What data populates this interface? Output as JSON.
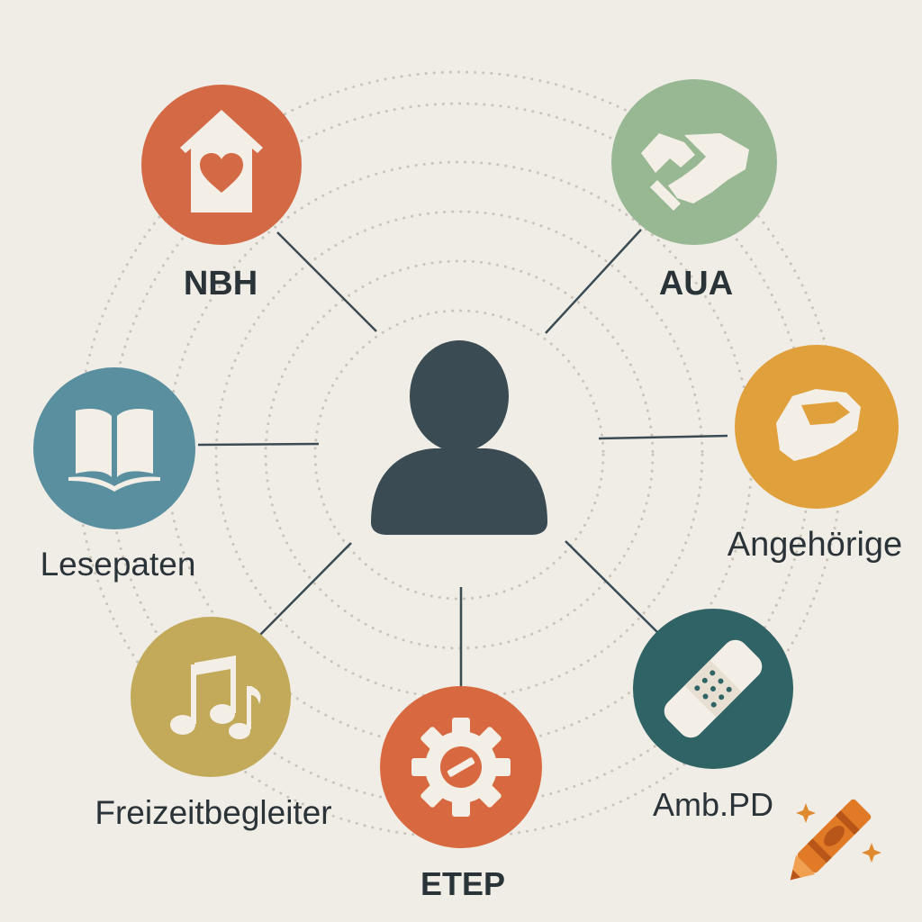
{
  "center": {
    "icon": "person-icon",
    "color": "#3a4b53"
  },
  "nodes": [
    {
      "id": "nbh",
      "label": "NBH",
      "icon": "house-heart-icon",
      "color": "#d46a45",
      "bold": true
    },
    {
      "id": "aua",
      "label": "AUA",
      "icon": "handshake-icon",
      "color": "#98b894",
      "bold": true
    },
    {
      "id": "angehoerige",
      "label": "Angehörige",
      "icon": "holding-hands-icon",
      "color": "#e0a03c",
      "bold": false
    },
    {
      "id": "amb-pd",
      "label": "Amb.PD",
      "icon": "bandage-icon",
      "color": "#2f6366",
      "bold": false
    },
    {
      "id": "etep",
      "label": "ETEP",
      "icon": "gear-icon",
      "color": "#d8683f",
      "bold": true
    },
    {
      "id": "freizeitbegleiter",
      "label": "Freizeitbegleiter",
      "icon": "music-notes-icon",
      "color": "#c2aa5a",
      "bold": false
    },
    {
      "id": "lesepaten",
      "label": "Lesepaten",
      "icon": "open-book-icon",
      "color": "#5a8fa0",
      "bold": false
    }
  ],
  "colors": {
    "background": "#f0ede6",
    "connector": "#3a4b53",
    "dots": "#c9c4ba",
    "text": "#2a3338"
  },
  "decoration": {
    "icon": "crayon-icon",
    "color": "#e07a26"
  }
}
